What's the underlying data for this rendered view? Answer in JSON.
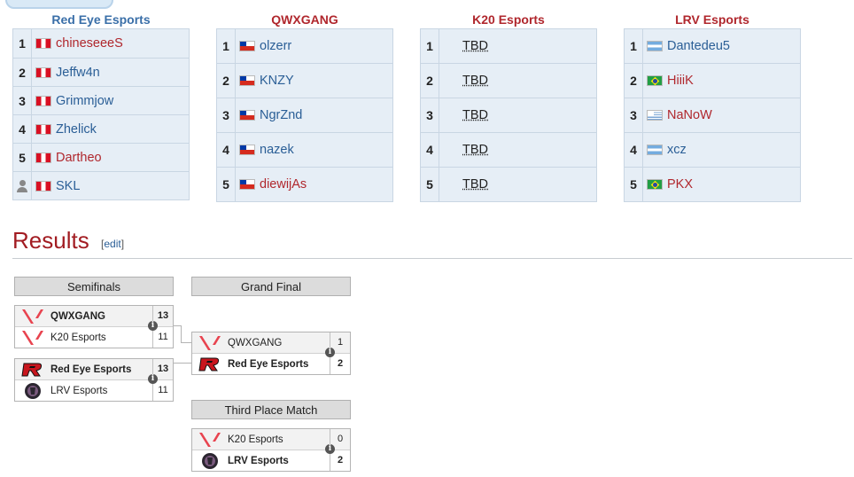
{
  "teams": [
    {
      "name": "Red Eye Esports",
      "color": "blue",
      "players": [
        {
          "num": "1",
          "flag": "pe",
          "name": "chineseeeS",
          "style": "red"
        },
        {
          "num": "2",
          "flag": "pe",
          "name": "Jeffw4n",
          "style": "blue"
        },
        {
          "num": "3",
          "flag": "pe",
          "name": "Grimmjow",
          "style": "blue"
        },
        {
          "num": "4",
          "flag": "pe",
          "name": "Zhelick",
          "style": "blue"
        },
        {
          "num": "5",
          "flag": "pe",
          "name": "Dartheo",
          "style": "red"
        },
        {
          "num": "",
          "flag": "pe",
          "name": "SKL",
          "style": "blue",
          "sub": true
        }
      ]
    },
    {
      "name": "QWXGANG",
      "color": "red",
      "players": [
        {
          "num": "1",
          "flag": "cl",
          "name": "olzerr",
          "style": "blue"
        },
        {
          "num": "2",
          "flag": "cl",
          "name": "KNZY",
          "style": "blue"
        },
        {
          "num": "3",
          "flag": "cl",
          "name": "NgrZnd",
          "style": "blue"
        },
        {
          "num": "4",
          "flag": "cl",
          "name": "nazek",
          "style": "blue"
        },
        {
          "num": "5",
          "flag": "cl",
          "name": "diewijAs",
          "style": "red"
        }
      ]
    },
    {
      "name": "K20 Esports",
      "color": "red",
      "players": [
        {
          "num": "1",
          "flag": "",
          "name": "TBD",
          "style": "tbd"
        },
        {
          "num": "2",
          "flag": "",
          "name": "TBD",
          "style": "tbd"
        },
        {
          "num": "3",
          "flag": "",
          "name": "TBD",
          "style": "tbd"
        },
        {
          "num": "4",
          "flag": "",
          "name": "TBD",
          "style": "tbd"
        },
        {
          "num": "5",
          "flag": "",
          "name": "TBD",
          "style": "tbd"
        }
      ]
    },
    {
      "name": "LRV Esports",
      "color": "red",
      "players": [
        {
          "num": "1",
          "flag": "ar",
          "name": "Dantedeu5",
          "style": "blue"
        },
        {
          "num": "2",
          "flag": "br",
          "name": "HiiiK",
          "style": "red"
        },
        {
          "num": "3",
          "flag": "uy",
          "name": "NaNoW",
          "style": "red"
        },
        {
          "num": "4",
          "flag": "ar",
          "name": "xcz",
          "style": "blue"
        },
        {
          "num": "5",
          "flag": "br",
          "name": "PKX",
          "style": "red"
        }
      ]
    }
  ],
  "results": {
    "heading": "Results",
    "edit_label": "edit"
  },
  "rounds": {
    "semifinals": "Semifinals",
    "grand_final": "Grand Final",
    "third_place": "Third Place Match"
  },
  "matches": {
    "semi1": {
      "rows": [
        {
          "logo": "valorant",
          "name": "QWXGANG",
          "score": "13",
          "win": true
        },
        {
          "logo": "valorant",
          "name": "K20 Esports",
          "score": "11",
          "win": false
        }
      ]
    },
    "semi2": {
      "rows": [
        {
          "logo": "redeye",
          "name": "Red Eye Esports",
          "score": "13",
          "win": true
        },
        {
          "logo": "lrv",
          "name": "LRV Esports",
          "score": "11",
          "win": false
        }
      ]
    },
    "final": {
      "rows": [
        {
          "logo": "valorant",
          "name": "QWXGANG",
          "score": "1",
          "win": false
        },
        {
          "logo": "redeye",
          "name": "Red Eye Esports",
          "score": "2",
          "win": true
        }
      ]
    },
    "third": {
      "rows": [
        {
          "logo": "valorant",
          "name": "K20 Esports",
          "score": "0",
          "win": false
        },
        {
          "logo": "lrv",
          "name": "LRV Esports",
          "score": "2",
          "win": true
        }
      ]
    }
  },
  "colors": {
    "accent_red": "#b0272d",
    "link_blue": "#2a5e96",
    "heading_blue": "#3a6fa8"
  }
}
